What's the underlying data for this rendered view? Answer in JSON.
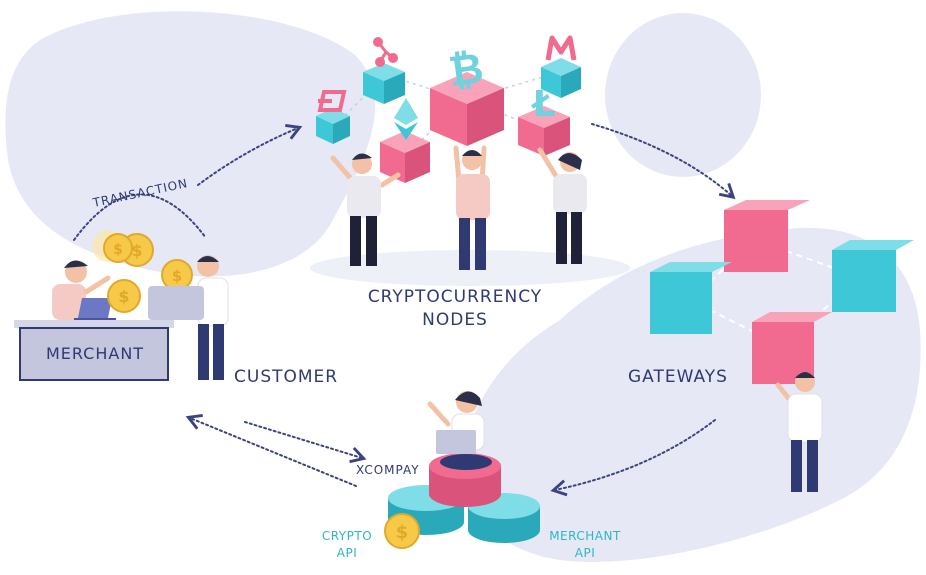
{
  "labels": {
    "transaction": "TRANSACTION",
    "merchant": "MERCHANT",
    "customer": "CUSTOMER",
    "nodes_line1": "CRYPTOCURRENCY",
    "nodes_line2": "NODES",
    "gateways": "GATEWAYS",
    "xcompay": "XCOMPAY",
    "crypto_api_line1": "CRYPTO",
    "crypto_api_line2": "API",
    "merchant_api_line1": "MERCHANT",
    "merchant_api_line2": "API"
  },
  "coin_symbol": "$",
  "crypto_icons": [
    "ripple-icon",
    "bitcoin-icon",
    "monero-icon",
    "dash-icon",
    "ethereum-icon",
    "litecoin-icon"
  ],
  "colors": {
    "blob": "#e6e8f5",
    "pink": "#f06b8f",
    "teal": "#3ec7d6",
    "navy": "#2f3a73",
    "coin": "#f7c948"
  }
}
